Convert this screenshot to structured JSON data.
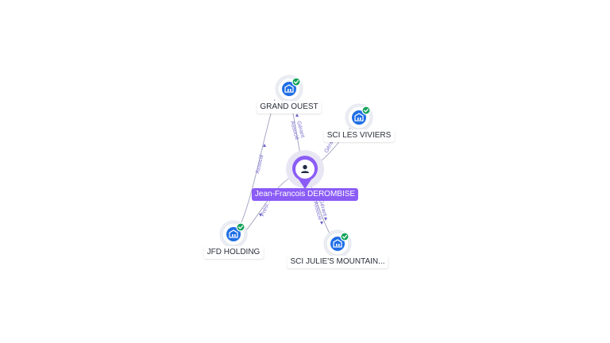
{
  "center": {
    "name": "Jean-Francois DEROMBISE",
    "icon": "person-icon",
    "color": "#8b5cf6"
  },
  "companies": [
    {
      "id": "grand_ouest",
      "name": "GRAND OUEST",
      "icon": "company-building-icon",
      "verified": true
    },
    {
      "id": "sci_les_viviers",
      "name": "SCI LES VIVIERS",
      "icon": "company-building-icon",
      "verified": true
    },
    {
      "id": "jfd_holding",
      "name": "JFD HOLDING",
      "icon": "company-building-icon",
      "verified": true
    },
    {
      "id": "sci_julies",
      "name": "SCI JULIE'S MOUNTAIN...",
      "icon": "company-building-icon",
      "verified": true
    }
  ],
  "relations": [
    {
      "from": "person",
      "to": "grand_ouest",
      "labels": [
        "Gérant",
        "Associé"
      ]
    },
    {
      "from": "person",
      "to": "sci_les_viviers",
      "labels": [
        "Géra..."
      ]
    },
    {
      "from": "person",
      "to": "sci_julies",
      "labels": [
        "Gérant",
        "Associé"
      ]
    },
    {
      "from": "person",
      "to": "jfd_holding",
      "labels": [
        "Prési..."
      ]
    },
    {
      "from": "jfd_holding",
      "to": "grand_ouest",
      "labels": [
        "Associé"
      ]
    }
  ],
  "colors": {
    "company": "#1f6fe6",
    "verified_badge": "#12a35a",
    "edge": "#a7a9c4",
    "edge_label": "#7c6fd0"
  }
}
